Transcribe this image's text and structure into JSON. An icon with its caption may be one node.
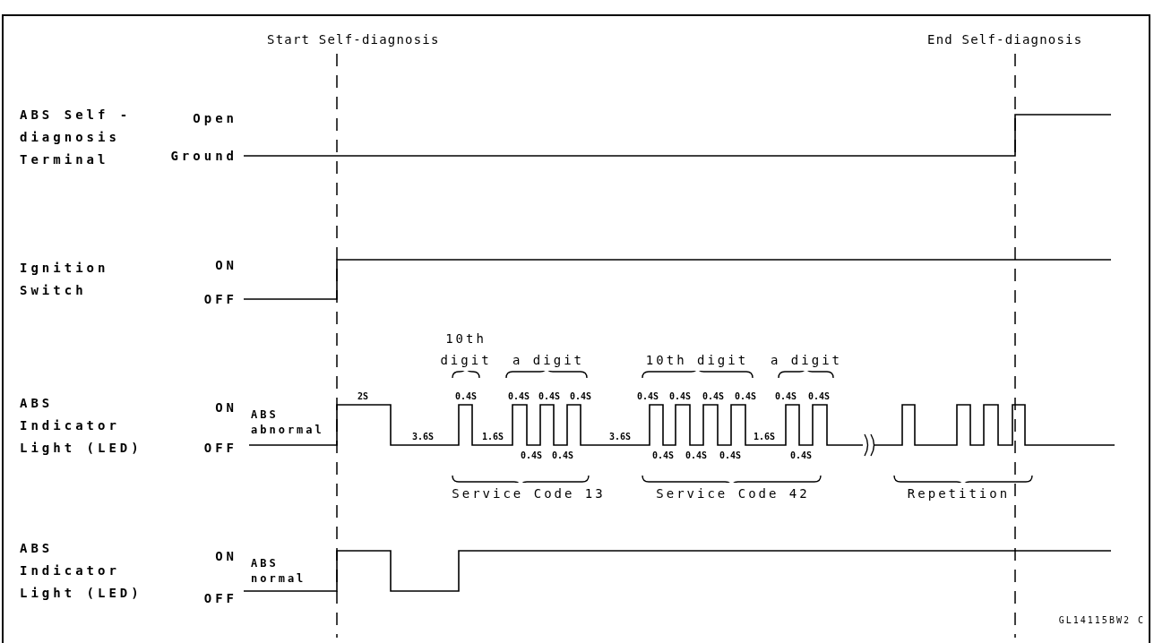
{
  "diagram": {
    "labels": [
      "Start Self-diagnosis",
      "End Self-diagnosis",
      "ABS Self -diagnosis Terminal",
      "Open",
      "Ground",
      "Ignition Switch",
      "ON",
      "OFF",
      "10th digit",
      "a digit",
      "10th digit",
      "a digit",
      "ABS Indicator Light (LED)",
      "ON",
      "ABS abnormal",
      "OFF",
      "2S",
      "0.4S",
      "0.4S",
      "0.4S",
      "0.4S",
      "0.4S",
      "0.4S",
      "0.4S",
      "0.4S",
      "0.4S",
      "0.4S",
      "3.6S",
      "1.6S",
      "3.6S",
      "1.6S",
      "0.4S",
      "0.4S",
      "0.4S",
      "0.4S",
      "0.4S",
      "0.4S",
      "Service Code 13",
      "Service Code 42",
      "Repetition",
      "ABS Indicator Light (LED)",
      "ON",
      "ABS normal",
      "OFF",
      "GL14115BW2 C"
    ]
  }
}
